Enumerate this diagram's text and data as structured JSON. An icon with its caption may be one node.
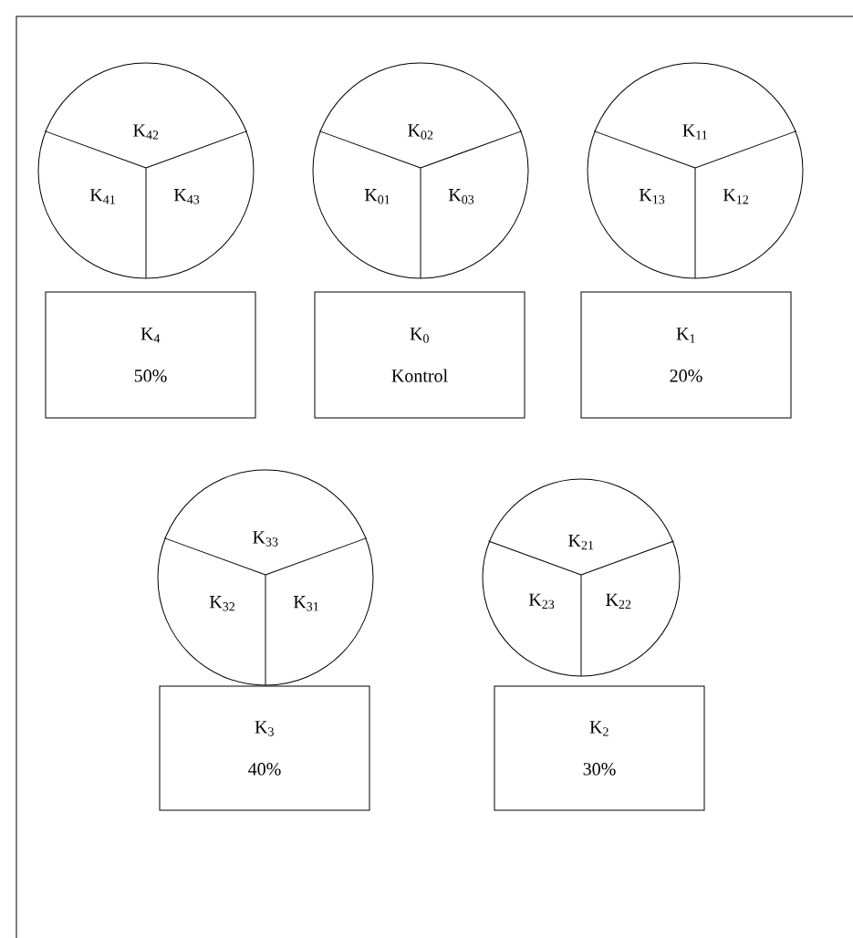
{
  "diagram": {
    "nodes": [
      {
        "text": [
          "K$_{42}$",
          "K$_{41}$",
          "K$_{43}$"
        ]
      },
      {
        "text": [
          "K$_{02}$",
          "K$_{01}$",
          "K$_{03}$"
        ]
      },
      {
        "text": [
          "K$_{11}$",
          "K$_{13}$",
          "K$_{12}$"
        ]
      },
      {
        "text": [
          "K$_{4}$",
          "50%"
        ]
      },
      {
        "text": [
          "K$_{0}$",
          "Kontrol"
        ]
      },
      {
        "text": [
          "K$_{1}$",
          "20%"
        ]
      },
      {
        "text": [
          "K$_{33}$",
          "K$_{32}$",
          "K$_{31}$"
        ]
      },
      {
        "text": [
          "K$_{21}$",
          "K$_{23}$",
          "K$_{22}$"
        ]
      },
      {
        "text": [
          "K$_{3}$",
          "40%"
        ]
      },
      {
        "text": [
          "K$_{2}$",
          "30%"
        ]
      }
    ]
  }
}
